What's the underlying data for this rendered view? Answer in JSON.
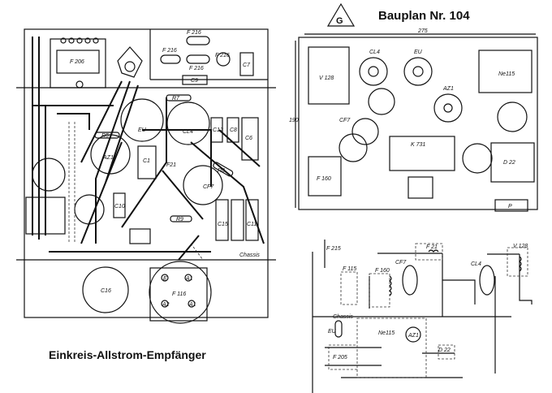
{
  "header": {
    "title": "Bauplan Nr. 104",
    "logo_letters": "G"
  },
  "caption": "Einkreis-Allstrom-Empfänger",
  "wiring_diagram": {
    "labels": {
      "f206": "F 206",
      "f216a": "F 216",
      "f216b": "F 216",
      "f216c": "F 216",
      "f216d": "F 216",
      "c9": "C9",
      "c7": "C7",
      "r7": "R7",
      "r5": "R5",
      "r8": "R8",
      "r9": "R9",
      "eu": "EU",
      "cl4": "CL4",
      "az1": "AZ1",
      "cf7": "CF7",
      "f21": "F21",
      "c12": "C12",
      "c8": "C8",
      "c6": "C6",
      "c10": "C10",
      "c15": "C15",
      "c11": "C11",
      "c1": "C1",
      "cx": "C16",
      "f116": "F 116",
      "e": "E",
      "a1": "A1",
      "a2": "A2",
      "a3": "A1",
      "chassis": "Chassis"
    }
  },
  "chassis_layout": {
    "labels": {
      "v128": "V 128",
      "cl4": "CL4",
      "eu": "EU",
      "az1": "AZ1",
      "ne115": "Ne115",
      "cf7": "CF7",
      "k731": "K 731",
      "f160": "F 160",
      "d22": "D 22",
      "p": "P",
      "width": "275",
      "height": "190"
    }
  },
  "schematic": {
    "labels": {
      "f215": "F 215",
      "f21": "F 21",
      "v128": "V 128",
      "f115": "F 115",
      "f160": "F 160",
      "cf7": "CF7",
      "cl4": "CL4",
      "ne115": "Ne115",
      "az1": "AZ1",
      "f205": "F 205",
      "d22": "D 22",
      "eu": "EU",
      "chassis": "Chassis"
    }
  }
}
